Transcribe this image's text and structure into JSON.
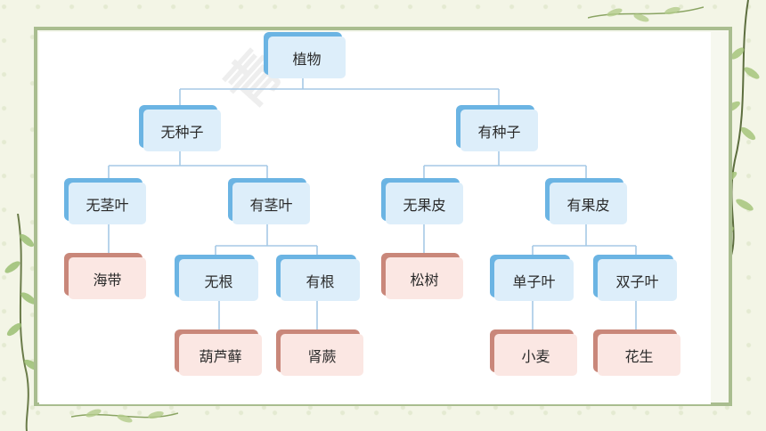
{
  "diagram": {
    "root": "植物",
    "level1": [
      "无种子",
      "有种子"
    ],
    "level2": [
      "无茎叶",
      "有茎叶",
      "无果皮",
      "有果皮"
    ],
    "level3": [
      "海带",
      "无根",
      "有根",
      "松树",
      "单子叶",
      "双子叶"
    ],
    "level4": [
      "葫芦藓",
      "肾蕨",
      "小麦",
      "花生"
    ],
    "watermark": "青"
  },
  "colors": {
    "category_face": "#ddeefa",
    "category_shadow": "#6bb4e3",
    "example_face": "#fbe7e3",
    "example_shadow": "#c9877a",
    "frame": "#a9bd8f",
    "connector": "#a6c9e6"
  },
  "decor_icons": [
    "leaf-vine-icon"
  ]
}
